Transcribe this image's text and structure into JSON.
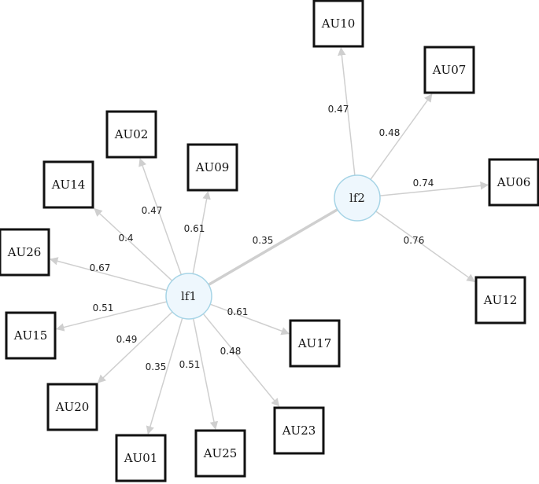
{
  "factors": [
    {
      "id": "lf1",
      "label": "lf1"
    },
    {
      "id": "lf2",
      "label": "lf2"
    }
  ],
  "indicators": [
    {
      "id": "AU02",
      "label": "AU02"
    },
    {
      "id": "AU09",
      "label": "AU09"
    },
    {
      "id": "AU14",
      "label": "AU14"
    },
    {
      "id": "AU26",
      "label": "AU26"
    },
    {
      "id": "AU15",
      "label": "AU15"
    },
    {
      "id": "AU20",
      "label": "AU20"
    },
    {
      "id": "AU01",
      "label": "AU01"
    },
    {
      "id": "AU25",
      "label": "AU25"
    },
    {
      "id": "AU23",
      "label": "AU23"
    },
    {
      "id": "AU17",
      "label": "AU17"
    },
    {
      "id": "AU10",
      "label": "AU10"
    },
    {
      "id": "AU07",
      "label": "AU07"
    },
    {
      "id": "AU06",
      "label": "AU06"
    },
    {
      "id": "AU12",
      "label": "AU12"
    }
  ],
  "loadings": [
    {
      "from": "lf1",
      "to": "AU02",
      "value": "0.47"
    },
    {
      "from": "lf1",
      "to": "AU09",
      "value": "0.61"
    },
    {
      "from": "lf1",
      "to": "AU14",
      "value": "0.4"
    },
    {
      "from": "lf1",
      "to": "AU26",
      "value": "0.67"
    },
    {
      "from": "lf1",
      "to": "AU15",
      "value": "0.51"
    },
    {
      "from": "lf1",
      "to": "AU20",
      "value": "0.49"
    },
    {
      "from": "lf1",
      "to": "AU01",
      "value": "0.35"
    },
    {
      "from": "lf1",
      "to": "AU25",
      "value": "0.51"
    },
    {
      "from": "lf1",
      "to": "AU23",
      "value": "0.48"
    },
    {
      "from": "lf1",
      "to": "AU17",
      "value": "0.61"
    },
    {
      "from": "lf2",
      "to": "AU10",
      "value": "0.47"
    },
    {
      "from": "lf2",
      "to": "AU07",
      "value": "0.48"
    },
    {
      "from": "lf2",
      "to": "AU06",
      "value": "0.74"
    },
    {
      "from": "lf2",
      "to": "AU12",
      "value": "0.76"
    }
  ],
  "correlation": {
    "from": "lf1",
    "to": "lf2",
    "value": "0.35"
  },
  "colors": {
    "edge": "#cfcfcf",
    "factor_fill": "#eef7fd",
    "factor_stroke": "#a6d4e6",
    "box_stroke": "#111111"
  }
}
